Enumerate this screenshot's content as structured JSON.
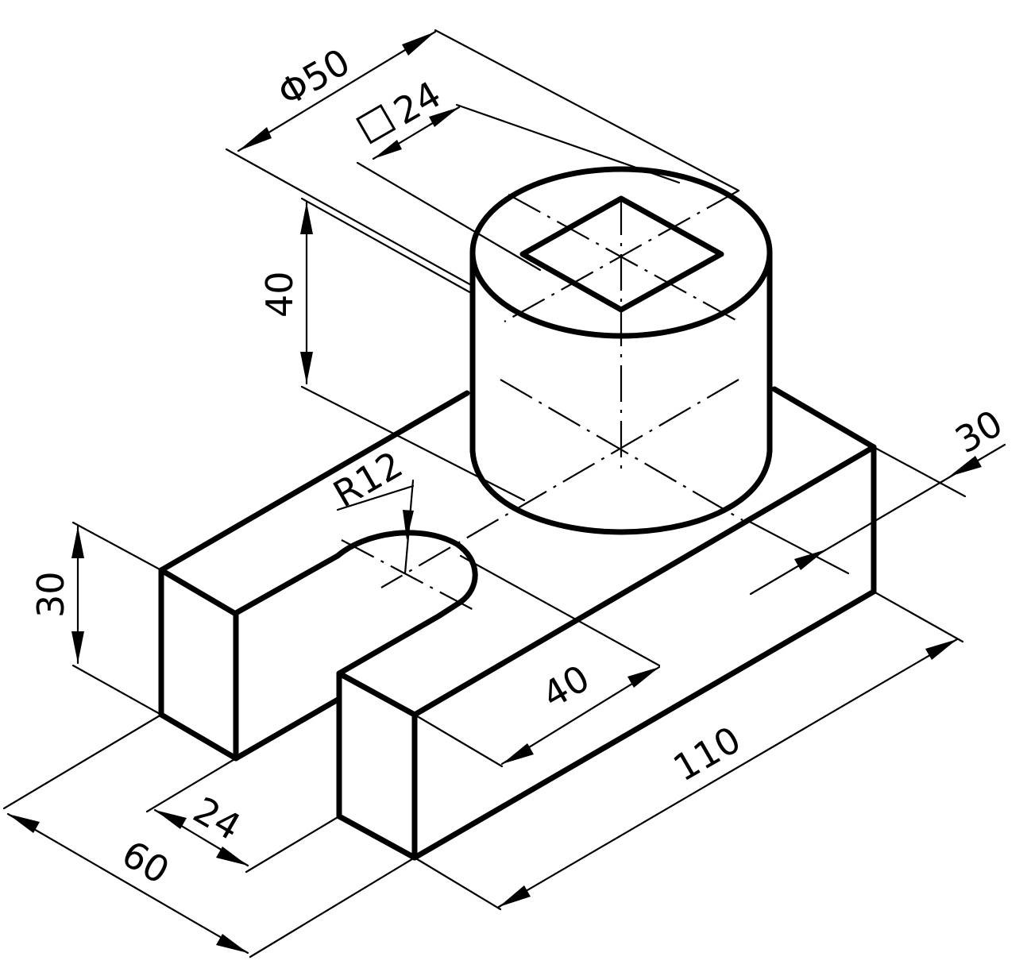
{
  "dimensions": {
    "diameter_top": "Φ50",
    "square_side": "24",
    "cylinder_height": "40",
    "base_height": "30",
    "right_width": "30",
    "slot_radius": "R12",
    "slot_length": "40",
    "base_length": "110",
    "slot_width": "24",
    "base_depth": "60"
  }
}
